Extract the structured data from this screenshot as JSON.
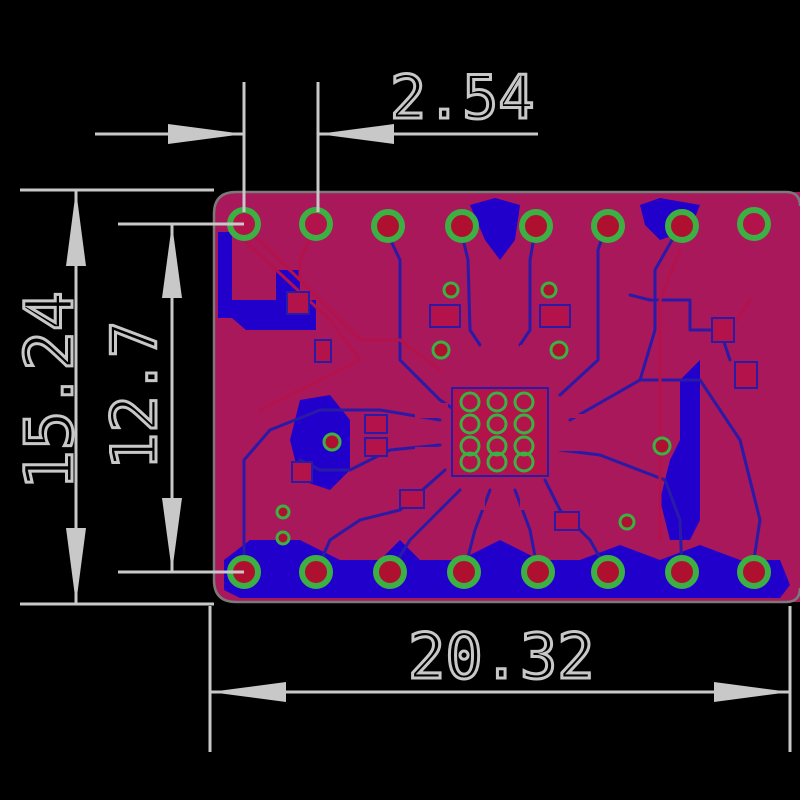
{
  "colors": {
    "background": "#000000",
    "board_fill": "#a8185a",
    "bottom_copper": "#2200cc",
    "top_copper": "#b4124a",
    "pad_ring": "#3cb043",
    "pad_hole": "#b01030",
    "dimension": "#c8c8c8",
    "outline": "#7a7a7a"
  },
  "dimensions": {
    "pin_pitch": "2.54",
    "board_height": "15.24",
    "row_spacing": "12.7",
    "board_width": "20.32"
  }
}
